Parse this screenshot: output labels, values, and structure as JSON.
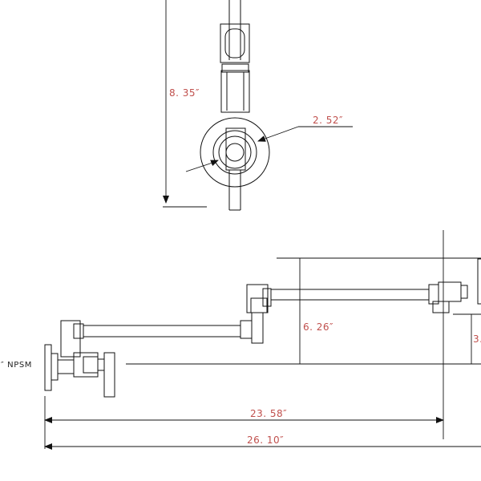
{
  "colors": {
    "line": "#111111",
    "dimension_text": "#c0504d",
    "background": "#ffffff"
  },
  "dimensions": {
    "top_height": "8. 35″",
    "rosette_diameter": "2. 52″",
    "reach_height": "6. 26″",
    "spout_drop": "3.",
    "reach_to_valve": "23. 58″",
    "overall_reach": "26. 10″"
  },
  "labels": {
    "inlet_thread": "″ NPSM"
  },
  "icons": [
    "dimension-arrow-icon"
  ]
}
